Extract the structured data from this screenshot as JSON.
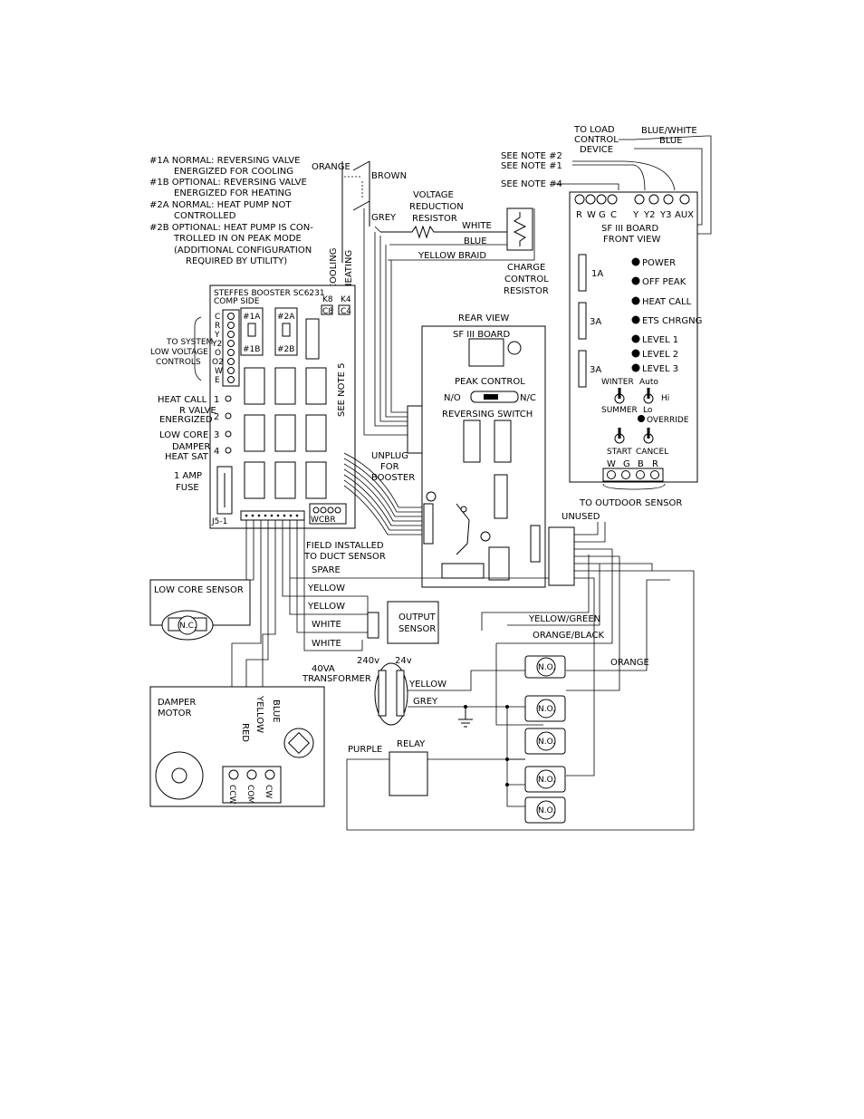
{
  "top_right": {
    "to_load": [
      "TO LOAD",
      "CONTROL",
      "DEVICE"
    ],
    "blue_white": "BLUE/WHITE",
    "blue": "BLUE",
    "see_note_2": "SEE NOTE #2",
    "see_note_1": "SEE NOTE #1",
    "see_note_4": "SEE NOTE #4"
  },
  "notes": [
    "#1A NORMAL: REVERSING VALVE",
    "ENERGIZED FOR COOLING",
    "#1B OPTIONAL: REVERSING VALVE",
    "ENERGIZED FOR HEATING",
    "#2A NORMAL: HEAT PUMP NOT",
    "CONTROLLED",
    "#2B OPTIONAL: HEAT PUMP IS CON-",
    "TROLLED IN ON PEAK MODE",
    "(ADDITIONAL CONFIGURATION",
    "REQUIRED BY UTILITY)"
  ],
  "relay_wires": {
    "orange": "ORANGE",
    "brown": "BROWN",
    "grey": "GREY"
  },
  "voltage_resistor": [
    "VOLTAGE",
    "REDUCTION",
    "RESISTOR"
  ],
  "resistor_wires": {
    "white": "WHITE",
    "blue": "BLUE",
    "yellow_braid": "YELLOW BRAID"
  },
  "charge_resistor": [
    "CHARGE",
    "CONTROL",
    "RESISTOR"
  ],
  "mode_labels": {
    "cooling": "COOLING",
    "heating": "HEATING"
  },
  "booster": {
    "title": "STEFFES BOOSTER SC6231",
    "comp_side": "COMP SIDE",
    "terminals": [
      "C",
      "R",
      "Y",
      "Y2",
      "O",
      "O2",
      "W",
      "E"
    ],
    "k8": "K8",
    "k4": "K4",
    "c8": "C8",
    "c4": "C4",
    "jumper_1a": "#1A",
    "jumper_1b": "#1B",
    "jumper_2a": "#2A",
    "jumper_2b": "#2B",
    "see_note_5": "SEE NOTE 5",
    "j5": "J5-1",
    "wcbr": "WCBR"
  },
  "system_controls": [
    "TO SYSTEM",
    "LOW VOLTAGE",
    "CONTROLS"
  ],
  "leds": [
    {
      "label": "HEAT CALL",
      "num": "1"
    },
    {
      "label": "R VALVE ENERGIZED",
      "num": "2"
    },
    {
      "label": "LOW CORE",
      "num": "3"
    },
    {
      "label": "DAMPER HEAT SAT",
      "num": "4"
    }
  ],
  "fuse": [
    "1 AMP",
    "FUSE"
  ],
  "unplug": [
    "UNPLUG",
    "FOR",
    "BOOSTER"
  ],
  "field_installed": [
    "FIELD INSTALLED",
    "TO DUCT SENSOR"
  ],
  "sensor_wires": [
    "SPARE",
    "YELLOW",
    "YELLOW",
    "WHITE",
    "WHITE"
  ],
  "output_sensor": [
    "OUTPUT",
    "SENSOR"
  ],
  "low_core_sensor": "LOW CORE SENSOR",
  "nc": "N.C.",
  "rear_view": "REAR VIEW",
  "sf3_board": "SF III BOARD",
  "peak_control": "PEAK CONTROL",
  "no": "N/O",
  "nc_switch": "N/C",
  "reversing_switch": "REVERSING SWITCH",
  "front_board": {
    "terminals": [
      "R",
      "W",
      "G",
      "C",
      "Y",
      "Y2",
      "Y3",
      "AUX"
    ],
    "title": "SF III BOARD",
    "subtitle": "FRONT VIEW",
    "fuses": [
      "1A",
      "3A",
      "3A"
    ],
    "indicators": [
      "POWER",
      "OFF PEAK",
      "HEAT CALL",
      "ETS CHRGNG",
      "LEVEL 1",
      "LEVEL 2",
      "LEVEL 3"
    ],
    "winter": "WINTER",
    "summer": "SUMMER",
    "auto": "Auto",
    "hi": "Hi",
    "lo": "Lo",
    "override": "OVERRIDE",
    "start": "START",
    "cancel": "CANCEL",
    "bottom_terms": [
      "W",
      "G",
      "B",
      "R"
    ]
  },
  "outdoor_sensor": "TO OUTDOOR SENSOR",
  "unused": "UNUSED",
  "yellow_green": "YELLOW/GREEN",
  "orange_black": "ORANGE/BLACK",
  "orange": "ORANGE",
  "transformer": {
    "v240": "240v",
    "v24": "24v",
    "name": [
      "40VA",
      "TRANSFORMER"
    ],
    "yellow": "YELLOW",
    "grey": "GREY"
  },
  "damper": {
    "title": [
      "DAMPER",
      "MOTOR"
    ],
    "wires": [
      "RED",
      "YELLOW",
      "BLUE"
    ],
    "terminals": [
      "CCW",
      "COM",
      "CW"
    ]
  },
  "purple": "PURPLE",
  "relay": "RELAY",
  "no_contact": "N.O."
}
